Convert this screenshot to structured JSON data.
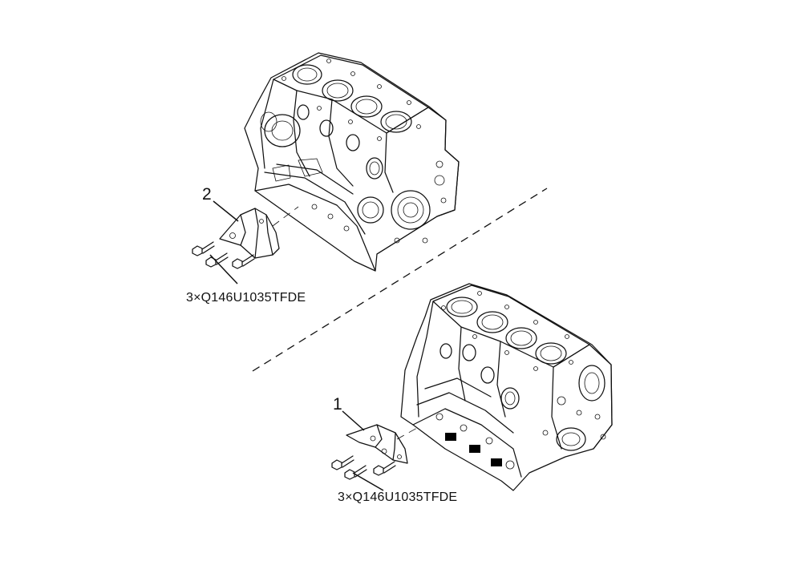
{
  "callouts": [
    {
      "number": "1",
      "part_code": "3×Q146U1035TFDE"
    },
    {
      "number": "2",
      "part_code": "3×Q146U1035TFDE"
    }
  ],
  "icons": [
    "engine-block-icon",
    "bracket-icon",
    "bolt-icon"
  ],
  "colors": {
    "line": "#111111",
    "background": "#ffffff"
  }
}
